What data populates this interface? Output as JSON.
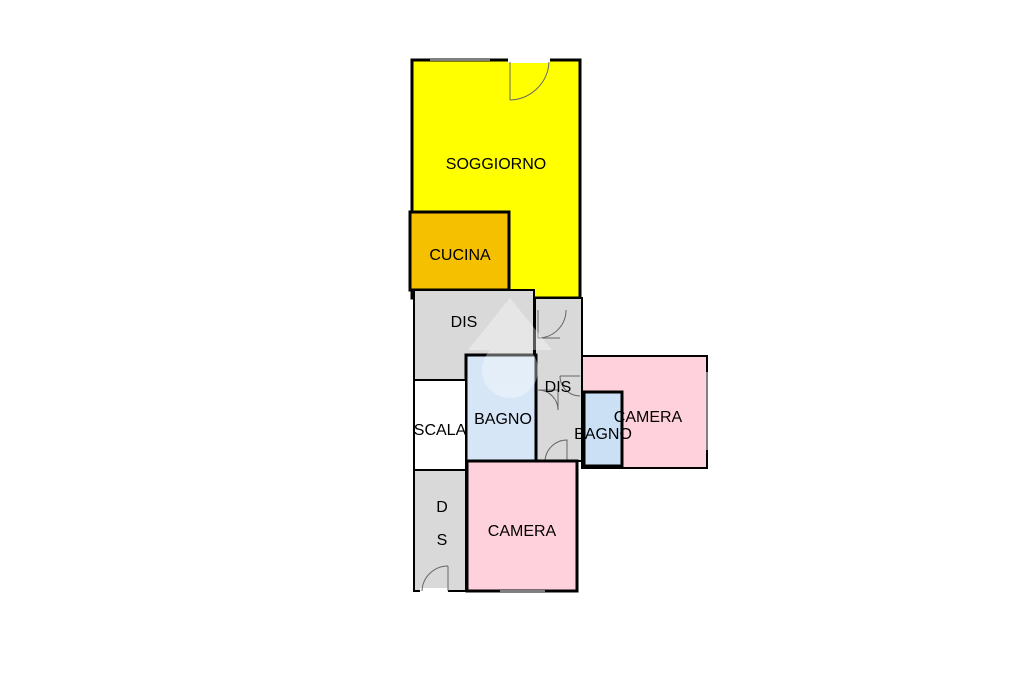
{
  "rooms": {
    "soggiorno": {
      "label": "SOGGIORNO",
      "color": "#ffff00"
    },
    "cucina": {
      "label": "CUCINA",
      "color": "#f5c000"
    },
    "dis_top": {
      "label": "DIS",
      "color": "#d9d9d9"
    },
    "dis_mid": {
      "label": "DIS",
      "color": "#d9d9d9"
    },
    "bagno_left": {
      "label": "BAGNO",
      "color": "#d6e6f7"
    },
    "bagno_right": {
      "label": "BAGNO",
      "color": "#cce0f5"
    },
    "scala": {
      "label": "SCALA",
      "color": "#ffffff"
    },
    "camera_right": {
      "label": "CAMERA",
      "color": "#ffd1dc"
    },
    "camera_bottom": {
      "label": "CAMERA",
      "color": "#ffd1dc"
    },
    "dis_bottom": {
      "label_top": "D",
      "label_bottom": "S",
      "color": "#d9d9d9"
    }
  },
  "colors": {
    "wall": "#000000",
    "door_swing": "#666666"
  }
}
